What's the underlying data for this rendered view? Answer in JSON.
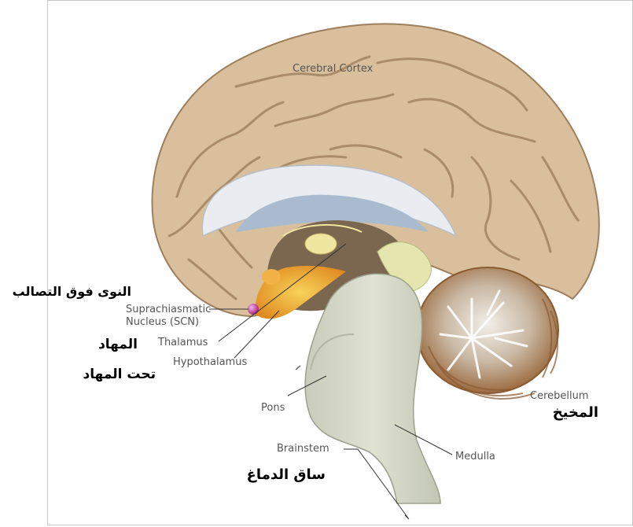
{
  "labels": {
    "cerebral_cortex": "Cerebral Cortex",
    "scn_line1": "Suprachiasmatic",
    "scn_line2": "Nucleus (SCN)",
    "thalamus": "Thalamus",
    "hypothalamus": "Hypothalamus",
    "pons": "Pons",
    "brainstem": "Brainstem",
    "medulla": "Medulla",
    "cerebellum": "Cerebellum"
  },
  "arabic_labels": {
    "scn": "النوى فوق التصالب",
    "thalamus": "المهاد",
    "hypothalamus": "تحت المهاد",
    "brainstem": "ساق الدماغ",
    "cerebellum": "المخيخ"
  },
  "colors": {
    "cortex": "#d9bf9c",
    "cortex_shadow": "#b89a78",
    "ventricle_white": "#e9ecf1",
    "ventricle_blue": "#a9bccf",
    "thalamus_brown": "#7b6650",
    "thalamus_yellow": "#f1e6a0",
    "hypothalamus_orange": "#e9a330",
    "brainstem": "#d5d8c7",
    "cerebellum": "#b07a4a",
    "scn_dot": "#b02a8f"
  }
}
